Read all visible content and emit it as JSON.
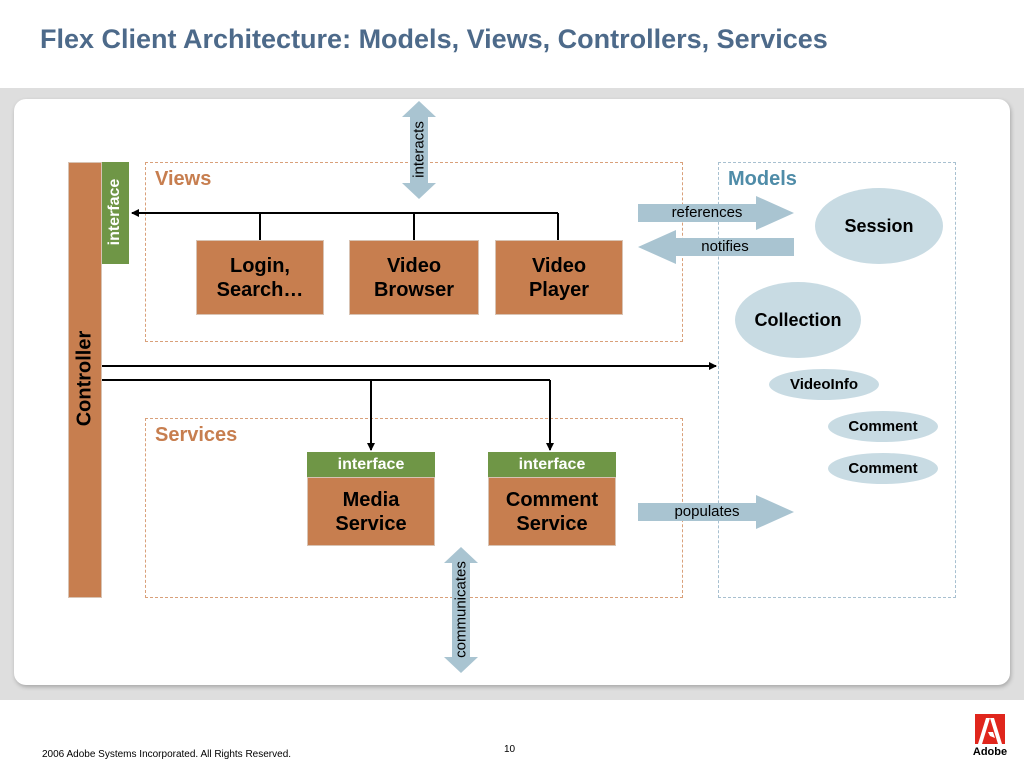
{
  "title": "Flex Client Architecture: Models, Views, Controllers, Services",
  "controller": {
    "label": "Controller",
    "interface_label": "interface"
  },
  "interacts_label": "interacts",
  "communicates_label": "communicates",
  "views": {
    "label": "Views",
    "boxes": [
      {
        "line1": "Login,",
        "line2": "Search…"
      },
      {
        "line1": "Video",
        "line2": "Browser"
      },
      {
        "line1": "Video",
        "line2": "Player"
      }
    ]
  },
  "services": {
    "label": "Services",
    "items": [
      {
        "interface": "interface",
        "line1": "Media",
        "line2": "Service"
      },
      {
        "interface": "interface",
        "line1": "Comment",
        "line2": "Service"
      }
    ]
  },
  "models": {
    "label": "Models",
    "session": "Session",
    "collection": "Collection",
    "videoinfo": "VideoInfo",
    "comments": [
      "Comment",
      "Comment"
    ]
  },
  "arrows": {
    "references": "references",
    "notifies": "notifies",
    "populates": "populates"
  },
  "footer": {
    "copyright": "2006 Adobe Systems Incorporated.  All Rights Reserved.",
    "page": "10",
    "logo": "Adobe"
  },
  "colors": {
    "orange_box": "#c77e4f",
    "green_interface": "#6f9646",
    "blue_oval": "#c8dbe3",
    "title_blue": "#4d6a8a",
    "views_label": "#c77e4f",
    "models_label": "#4f8ca8"
  }
}
